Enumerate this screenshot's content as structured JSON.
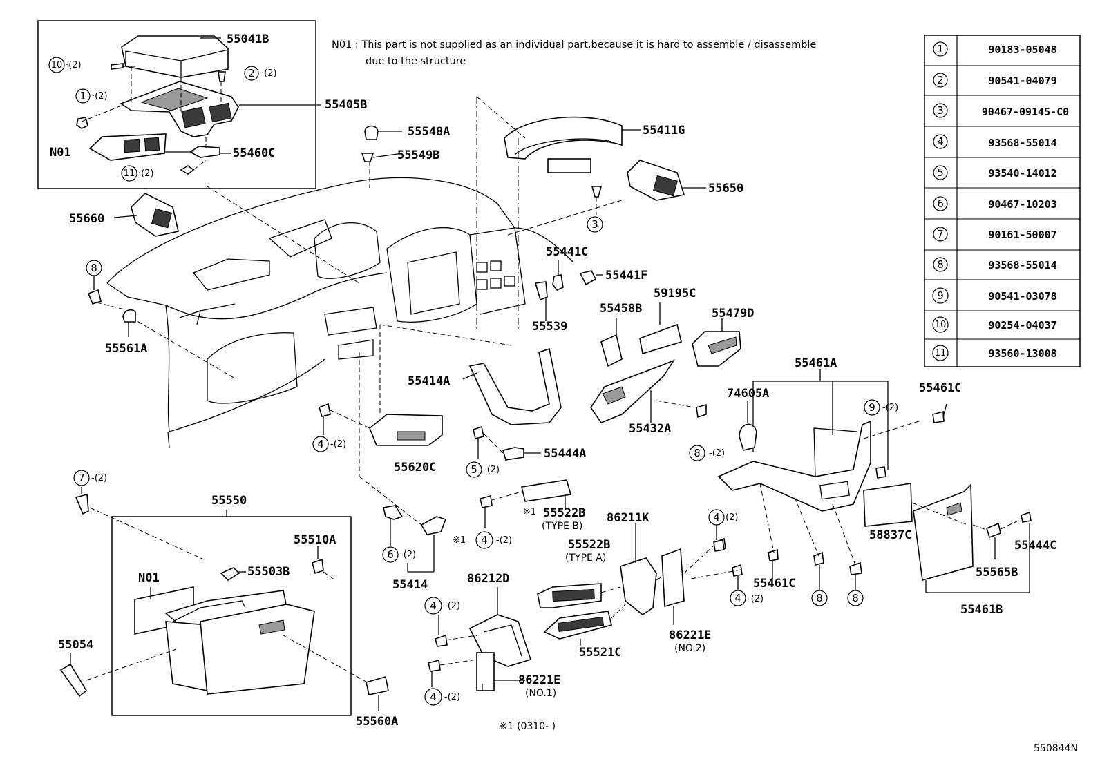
{
  "note": {
    "line1": "N01 : This part is not supplied as an individual part,because it is hard to assemble / disassemble",
    "line2": "due to the structure"
  },
  "table": [
    {
      "num": "1",
      "part": "90183-05048"
    },
    {
      "num": "2",
      "part": "90541-04079"
    },
    {
      "num": "3",
      "part": "90467-09145-C0"
    },
    {
      "num": "4",
      "part": "93568-55014"
    },
    {
      "num": "5",
      "part": "93540-14012"
    },
    {
      "num": "6",
      "part": "90467-10203"
    },
    {
      "num": "7",
      "part": "90161-50007"
    },
    {
      "num": "8",
      "part": "93568-55014"
    },
    {
      "num": "9",
      "part": "90541-03078"
    },
    {
      "num": "10",
      "part": "90254-04037"
    },
    {
      "num": "11",
      "part": "93560-13008"
    }
  ],
  "labels": {
    "p55041B": "55041B",
    "p55405B": "55405B",
    "n01a": "N01",
    "p55460C": "55460C",
    "p55548A": "55548A",
    "p55549B": "55549B",
    "p55411G": "55411G",
    "p55650": "55650",
    "p55660": "55660",
    "p55441C": "55441C",
    "p55441F": "55441F",
    "p55458B": "55458B",
    "p59195C": "59195C",
    "p55479D": "55479D",
    "p55539": "55539",
    "p55561A": "55561A",
    "p55414A": "55414A",
    "p55432A": "55432A",
    "p55461A": "55461A",
    "p74605A": "74605A",
    "p55461C_top": "55461C",
    "p55620C": "55620C",
    "p55444A": "55444A",
    "p55550": "55550",
    "p55510A": "55510A",
    "p55503B": "55503B",
    "n01b": "N01",
    "p55054": "55054",
    "p55560A": "55560A",
    "p55414": "55414",
    "p55522B_b": "55522B",
    "type_b": "(TYPE B)",
    "p86211K": "86211K",
    "p55522B_a": "55522B",
    "type_a": "(TYPE A)",
    "p86212D": "86212D",
    "p55521C": "55521C",
    "p86221E_2": "86221E",
    "no2": "(NO.2)",
    "p86221E_1": "86221E",
    "no1": "(NO.1)",
    "p55461C_bot": "55461C",
    "p58837C": "58837C",
    "p55444C": "55444C",
    "p55565B": "55565B",
    "p55461B": "55461B",
    "footnote": "※1 (0310-       )",
    "star1a": "※1",
    "star1b": "※1",
    "diagram_id": "550844N"
  },
  "qty": {
    "q2": "(2)",
    "dash_q2": "-(2)",
    "dot_q2": "·(2)",
    "dash_paren": "-(2)"
  }
}
